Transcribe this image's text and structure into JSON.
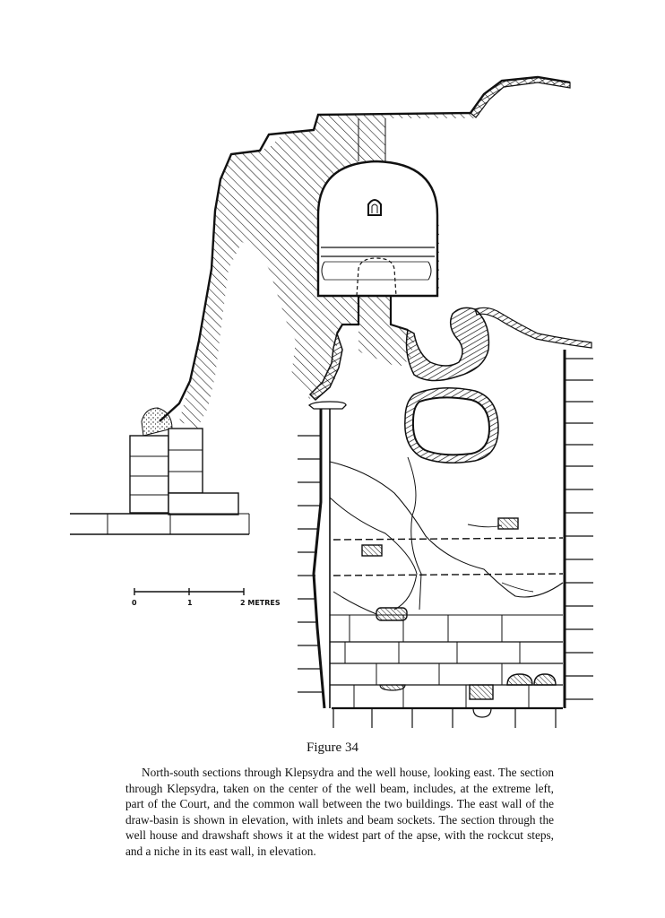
{
  "figure": {
    "title": "Figure 34",
    "caption": "North-south sections through Klepsydra and the well house, looking east. The section through Klepsydra, taken on the center of the well beam, includes, at the extreme left, part of the Court, and the common wall between the two buildings. The east wall of the draw-basin is shown in elevation, with inlets and beam sockets. The section through the well house and drawshaft shows it at the widest part of the apse, with the rockcut steps, and a niche in its east wall, in elevation."
  },
  "scale_bar": {
    "labels": [
      "0",
      "1",
      "2 METRES"
    ]
  },
  "colors": {
    "ink": "#111111",
    "paper": "#ffffff"
  }
}
